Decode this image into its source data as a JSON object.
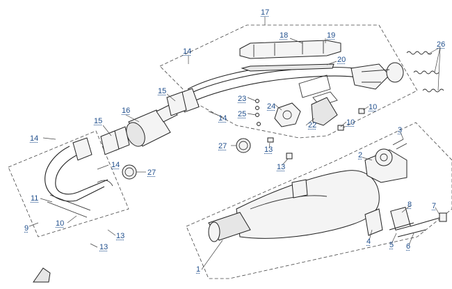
{
  "diagram": {
    "callouts": {
      "c1": "1",
      "c2": "2",
      "c3": "3",
      "c4": "4",
      "c5": "5",
      "c6": "6",
      "c7": "7",
      "c8": "8",
      "c9": "9",
      "c10a": "10",
      "c10b": "10",
      "c10c": "10",
      "c11": "11",
      "c13a": "13",
      "c13b": "13",
      "c13c": "13",
      "c13d": "13",
      "c14a": "14",
      "c14b": "14",
      "c14c": "14",
      "c14d": "14",
      "c15a": "15",
      "c15b": "15",
      "c16": "16",
      "c17": "17",
      "c18": "18",
      "c19": "19",
      "c20": "20",
      "c22": "22",
      "c23": "23",
      "c24": "24",
      "c25": "25",
      "c26": "26",
      "c27a": "27",
      "c27b": "27"
    }
  }
}
